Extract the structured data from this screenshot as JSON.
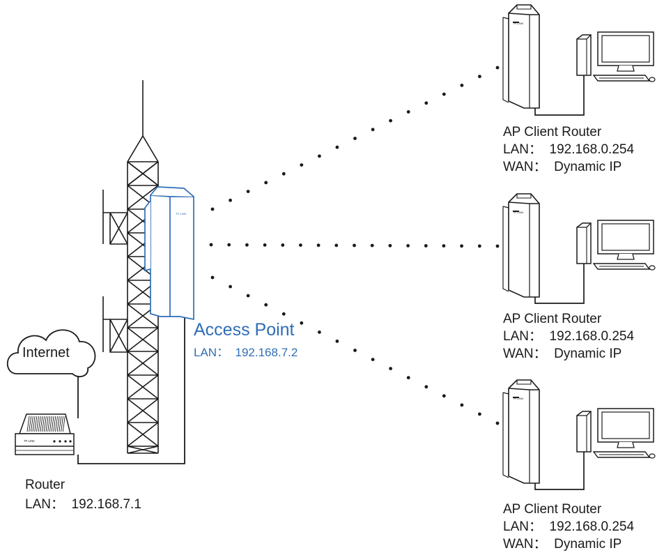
{
  "internet": {
    "label": "Internet",
    "icon": "cloud-icon"
  },
  "router": {
    "title": "Router",
    "lan": "LAN：  192.168.7.1",
    "brand": "TP-LINK",
    "icon": "router-icon"
  },
  "access_point": {
    "title": "Access Point",
    "lan": "LAN：  192.168.7.2",
    "brand": "TP-LINK",
    "color": "#2e6db6",
    "icon": "outdoor-cpe-icon"
  },
  "clients": [
    {
      "title": "AP Client Router",
      "lan": "LAN：  192.168.0.254",
      "wan": "WAN：  Dynamic IP",
      "brand": "TP-LINK"
    },
    {
      "title": "AP Client Router",
      "lan": "LAN：  192.168.0.254",
      "wan": "WAN：  Dynamic IP",
      "brand": "TP-LINK"
    },
    {
      "title": "AP Client Router",
      "lan": "LAN：  192.168.0.254",
      "wan": "WAN：  Dynamic IP",
      "brand": "TP-LINK"
    }
  ],
  "colors": {
    "line": "#1a1a1a",
    "accent": "#2e6db6"
  }
}
